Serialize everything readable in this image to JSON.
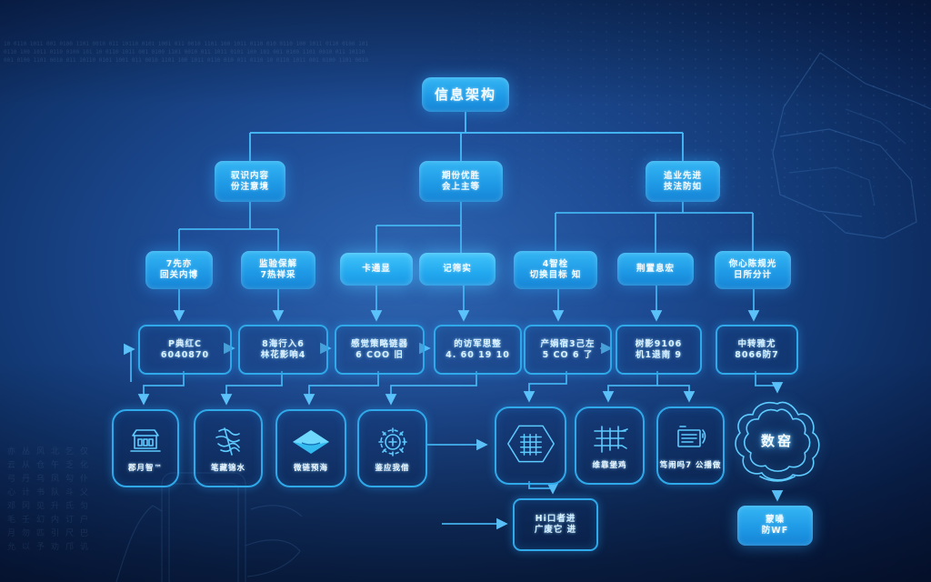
{
  "root": {
    "label": "信息架构"
  },
  "level2": [
    {
      "lines": [
        "驭识内容",
        "份注意境"
      ]
    },
    {
      "lines": [
        "期份优胜",
        "会上主等"
      ]
    },
    {
      "lines": [
        "追业先进",
        "技法防如"
      ]
    }
  ],
  "level3": [
    {
      "lines": [
        "7先亦",
        "回关内博"
      ]
    },
    {
      "lines": [
        "监验保解",
        "7热祥采"
      ]
    },
    {
      "lines": [
        "卡通显",
        ""
      ]
    },
    {
      "lines": [
        "记筛实",
        ""
      ]
    },
    {
      "lines": [
        "4智栓",
        "切换目标 知"
      ]
    },
    {
      "lines": [
        "荆置息宏",
        ""
      ]
    },
    {
      "lines": [
        "你心陈规光",
        "日所分计"
      ]
    }
  ],
  "level4": [
    {
      "lines": [
        "P典红C",
        "6040870"
      ]
    },
    {
      "lines": [
        "8海行入6",
        "林花影响4"
      ]
    },
    {
      "lines": [
        "感觉策略链器",
        "6 COO 旧"
      ]
    },
    {
      "lines": [
        "的访军思整",
        "4. 60 19 10"
      ]
    },
    {
      "lines": [
        "产娟宿3己左",
        "5 CO 6 了"
      ]
    },
    {
      "lines": [
        "树影9106",
        "机1退南 9"
      ]
    },
    {
      "lines": [
        "中转雅尤",
        "8066防7"
      ]
    }
  ],
  "icon_boxes": [
    {
      "icon": "building-icon",
      "label": "郡月智™"
    },
    {
      "icon": "calligraphy-icon",
      "label": "笔藏锦水"
    },
    {
      "icon": "diamond-icon",
      "label": "微链预海"
    },
    {
      "icon": "gear-icon",
      "label": "鉴应我借"
    },
    {
      "icon": "hexagon-grid-icon",
      "label": ""
    },
    {
      "icon": "table-grid-icon",
      "label": "维靠堡鸡"
    },
    {
      "icon": "document-icon",
      "label": "笃闹吗7 公播做"
    }
  ],
  "brain": {
    "label": "数窑"
  },
  "bottom_nodes": [
    {
      "lines": [
        "Hi口者进",
        "广废它 进"
      ]
    },
    {
      "lines": [
        "蒙噪",
        "防WF"
      ]
    }
  ],
  "background": {
    "code_row_1": "10 0110 1011 001 0100 1101 0010 011 10110 0101 1001 011 0010 1101 100 1011 0110 010 0110 100 1011 0110 0100 101",
    "code_row_2": "0110 100 1011 0110 0100 101 10 0110 1011 001 0100 1101 0010 011 1011 0101 100 101 001 0100 1101 0010 011 10110",
    "code_row_3": "001 0100 1101 0010 011 10110 0101 1001 011 0010 1101 100 1011 0110 010 011 0110 10 0110 1011 001 0100 1101 0010",
    "matrix_text": "亦丛风北乞仅\n云从仓午乏化\n弓丹乌凤勾仆\n心计书队斗父\n邓冈见升氏匀\n毛壬幻内订户\n月勿匹引尺巴\n允以予劝邝讥"
  },
  "colors": {
    "accent": "#2fa9e9",
    "node_fill": "#1f9ae6",
    "line": "#46b8f5",
    "background_deep": "#040c26"
  }
}
